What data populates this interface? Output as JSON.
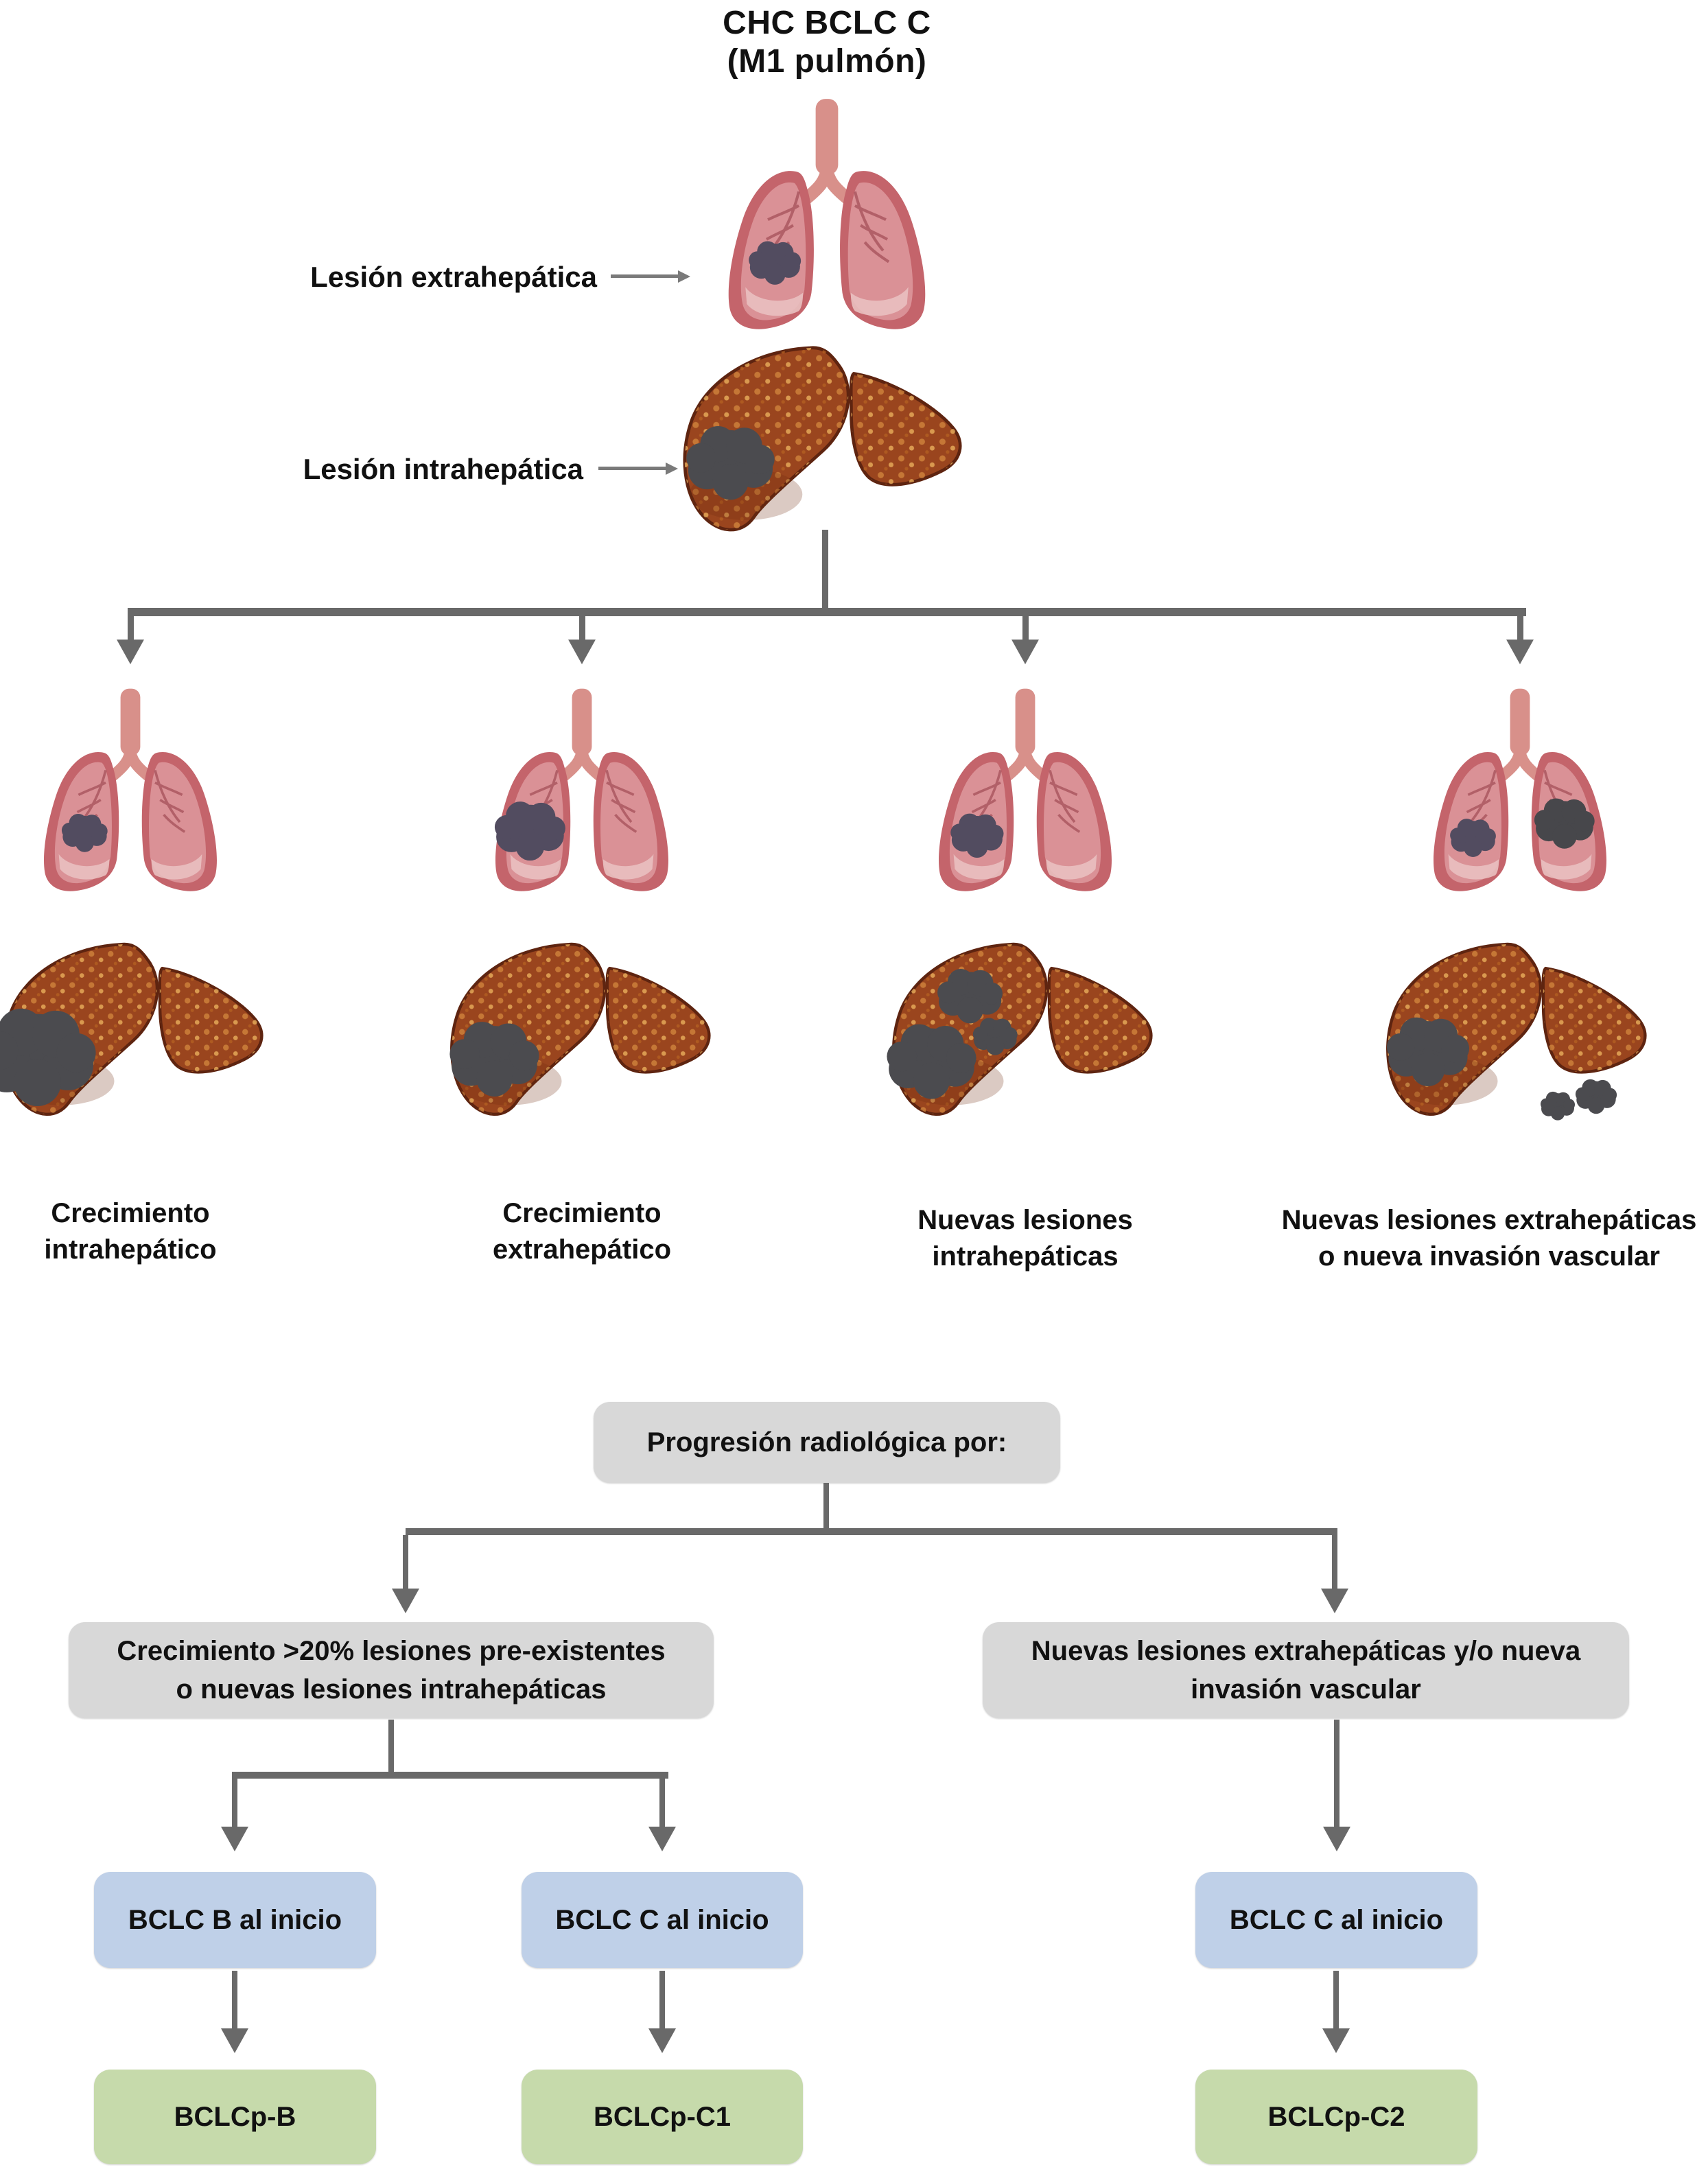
{
  "figure": {
    "title_line1": "CHC BCLC C",
    "title_line2": "(M1 pulmón)",
    "annotations": {
      "extrahepatic_label": "Lesión extrahepática",
      "intrahepatic_label": "Lesión intrahepática"
    },
    "organs": {
      "top_lung_lesion": "left-small",
      "top_liver_lesion": "single"
    },
    "columns": [
      {
        "label_line1": "Crecimiento",
        "label_line2": "intrahepático",
        "lung_lesion": "left-small",
        "liver_lesion": "single-large"
      },
      {
        "label_line1": "Crecimiento",
        "label_line2": "extrahepático",
        "lung_lesion": "left-large",
        "liver_lesion": "single-mid"
      },
      {
        "label_line1": "Nuevas lesiones",
        "label_line2": "intrahepáticas",
        "lung_lesion": "left-medium",
        "liver_lesion": "multi"
      },
      {
        "label_line1": "Nuevas lesiones extrahepáticas",
        "label_line2": "o nueva invasión vascular",
        "lung_lesion": "both",
        "liver_lesion": "single-extra"
      }
    ],
    "flowchart": {
      "root_label": "Progresión radiológica por:",
      "left_branch_line1": "Crecimiento >20% lesiones pre-existentes",
      "left_branch_line2": "o nuevas lesiones intrahepáticas",
      "right_branch_line1": "Nuevas lesiones extrahepáticas y/o nueva",
      "right_branch_line2": "invasión vascular",
      "stage_boxes": [
        "BCLC B al inicio",
        "BCLC C al inicio",
        "BCLC C al inicio"
      ],
      "outcome_boxes": [
        "BCLCp-B",
        "BCLCp-C1",
        "BCLCp-C2"
      ]
    },
    "colors": {
      "box_gray": "#D8D8D8",
      "box_blue": "#BFD0E8",
      "box_green": "#C6DAAB",
      "arrow": "#696969",
      "label_arrow": "#7A7A7A",
      "text": "#111111",
      "lung_body": "#D98F94",
      "lung_rim": "#C4646B",
      "liver_base": "#9A451E",
      "lesion_dark": "#4B4B4F"
    }
  }
}
